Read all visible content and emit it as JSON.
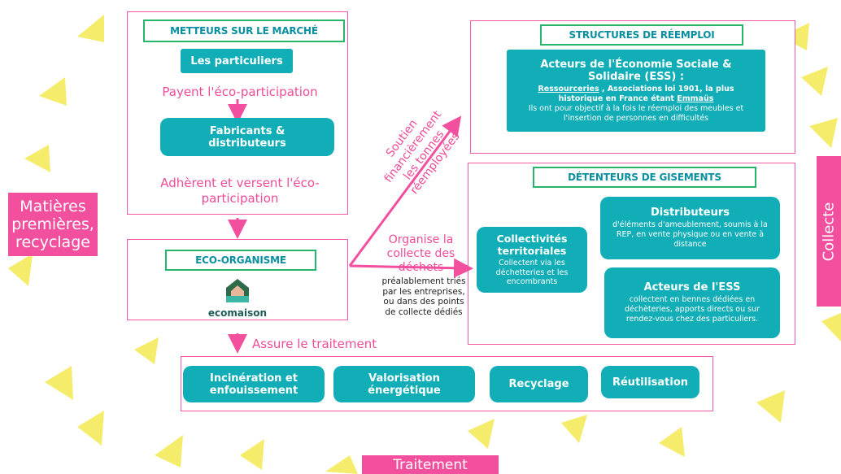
{
  "colors": {
    "pink": "#f24f9f",
    "teal": "#12aeb8",
    "green": "#27b56a",
    "yellow": "#f4ec6a",
    "title_blue": "#0a8fa0"
  },
  "left_tag": "Matières premières, recyclage",
  "right_tag": "Collecte",
  "bottom_tag": "Traitement",
  "metteurs": {
    "title": "METTEURS SUR LE MARCHÉ",
    "particuliers": "Les particuliers",
    "payent": "Payent l'éco-participation",
    "fabricants": "Fabricants & distributeurs",
    "adherent": "Adhèrent et versent l'éco-participation"
  },
  "eco": {
    "title": "ECO-ORGANISME",
    "logo_text": "ecomaison",
    "logo_icon": "house-icon"
  },
  "assure": "Assure le traitement",
  "soutien": [
    "Soutien",
    "financièrement",
    "les tonnes",
    "réemployées"
  ],
  "organise": "Organise la collecte des déchets",
  "prealable": "préalablement triés par les entreprises, ou dans des points de collecte dédiés",
  "reemploi": {
    "title": "STRUCTURES DE RÉEMPLOI",
    "acteurs_title": "Acteurs de l'Économie Sociale & Solidaire (ESS) :",
    "line1_u": "Ressourceries",
    "line1_rest": " , Associations loi 1901, la plus",
    "line2_pre": "historique en France étant ",
    "line2_u": "Emmaüs",
    "desc": "Ils ont pour objectif à la fois le réemploi des meubles et l'insertion de personnes en difficultés"
  },
  "gisements": {
    "title": "DÉTENTEURS DE GISEMENTS",
    "collectivites_title": "Collectivités territoriales",
    "collectivites_desc": "Collectent via les déchetteries et les encombrants",
    "distributeurs_title": "Distributeurs",
    "distributeurs_desc": "d'éléments d'ameublement, soumis à la REP, en vente physique ou en vente à distance",
    "ess_title": "Acteurs de l'ESS",
    "ess_desc": "collectent en bennes dédiées en déchèteries, apports directs ou sur rendez-vous chez des particuliers."
  },
  "traitement": {
    "items": [
      "Incinération et enfouissement",
      "Valorisation énergétique",
      "Recyclage",
      "Réutilisation"
    ]
  }
}
